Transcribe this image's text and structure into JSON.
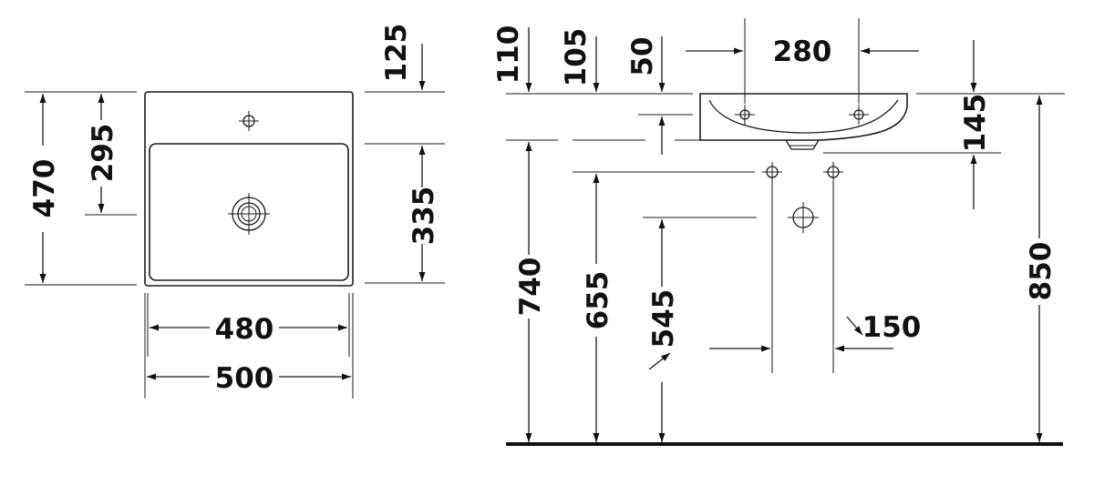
{
  "diagram": {
    "top_view": {
      "depth_overall": "470",
      "basin_to_center": "295",
      "tap_to_edge": "125",
      "basin_depth": "335",
      "basin_width": "480",
      "overall_width": "500"
    },
    "side_view": {
      "dim_110": "110",
      "dim_105": "105",
      "dim_50": "50",
      "dim_280": "280",
      "dim_145": "145",
      "dim_740": "740",
      "dim_655": "655",
      "dim_545": "545",
      "dim_150": "150",
      "dim_850": "850"
    }
  }
}
